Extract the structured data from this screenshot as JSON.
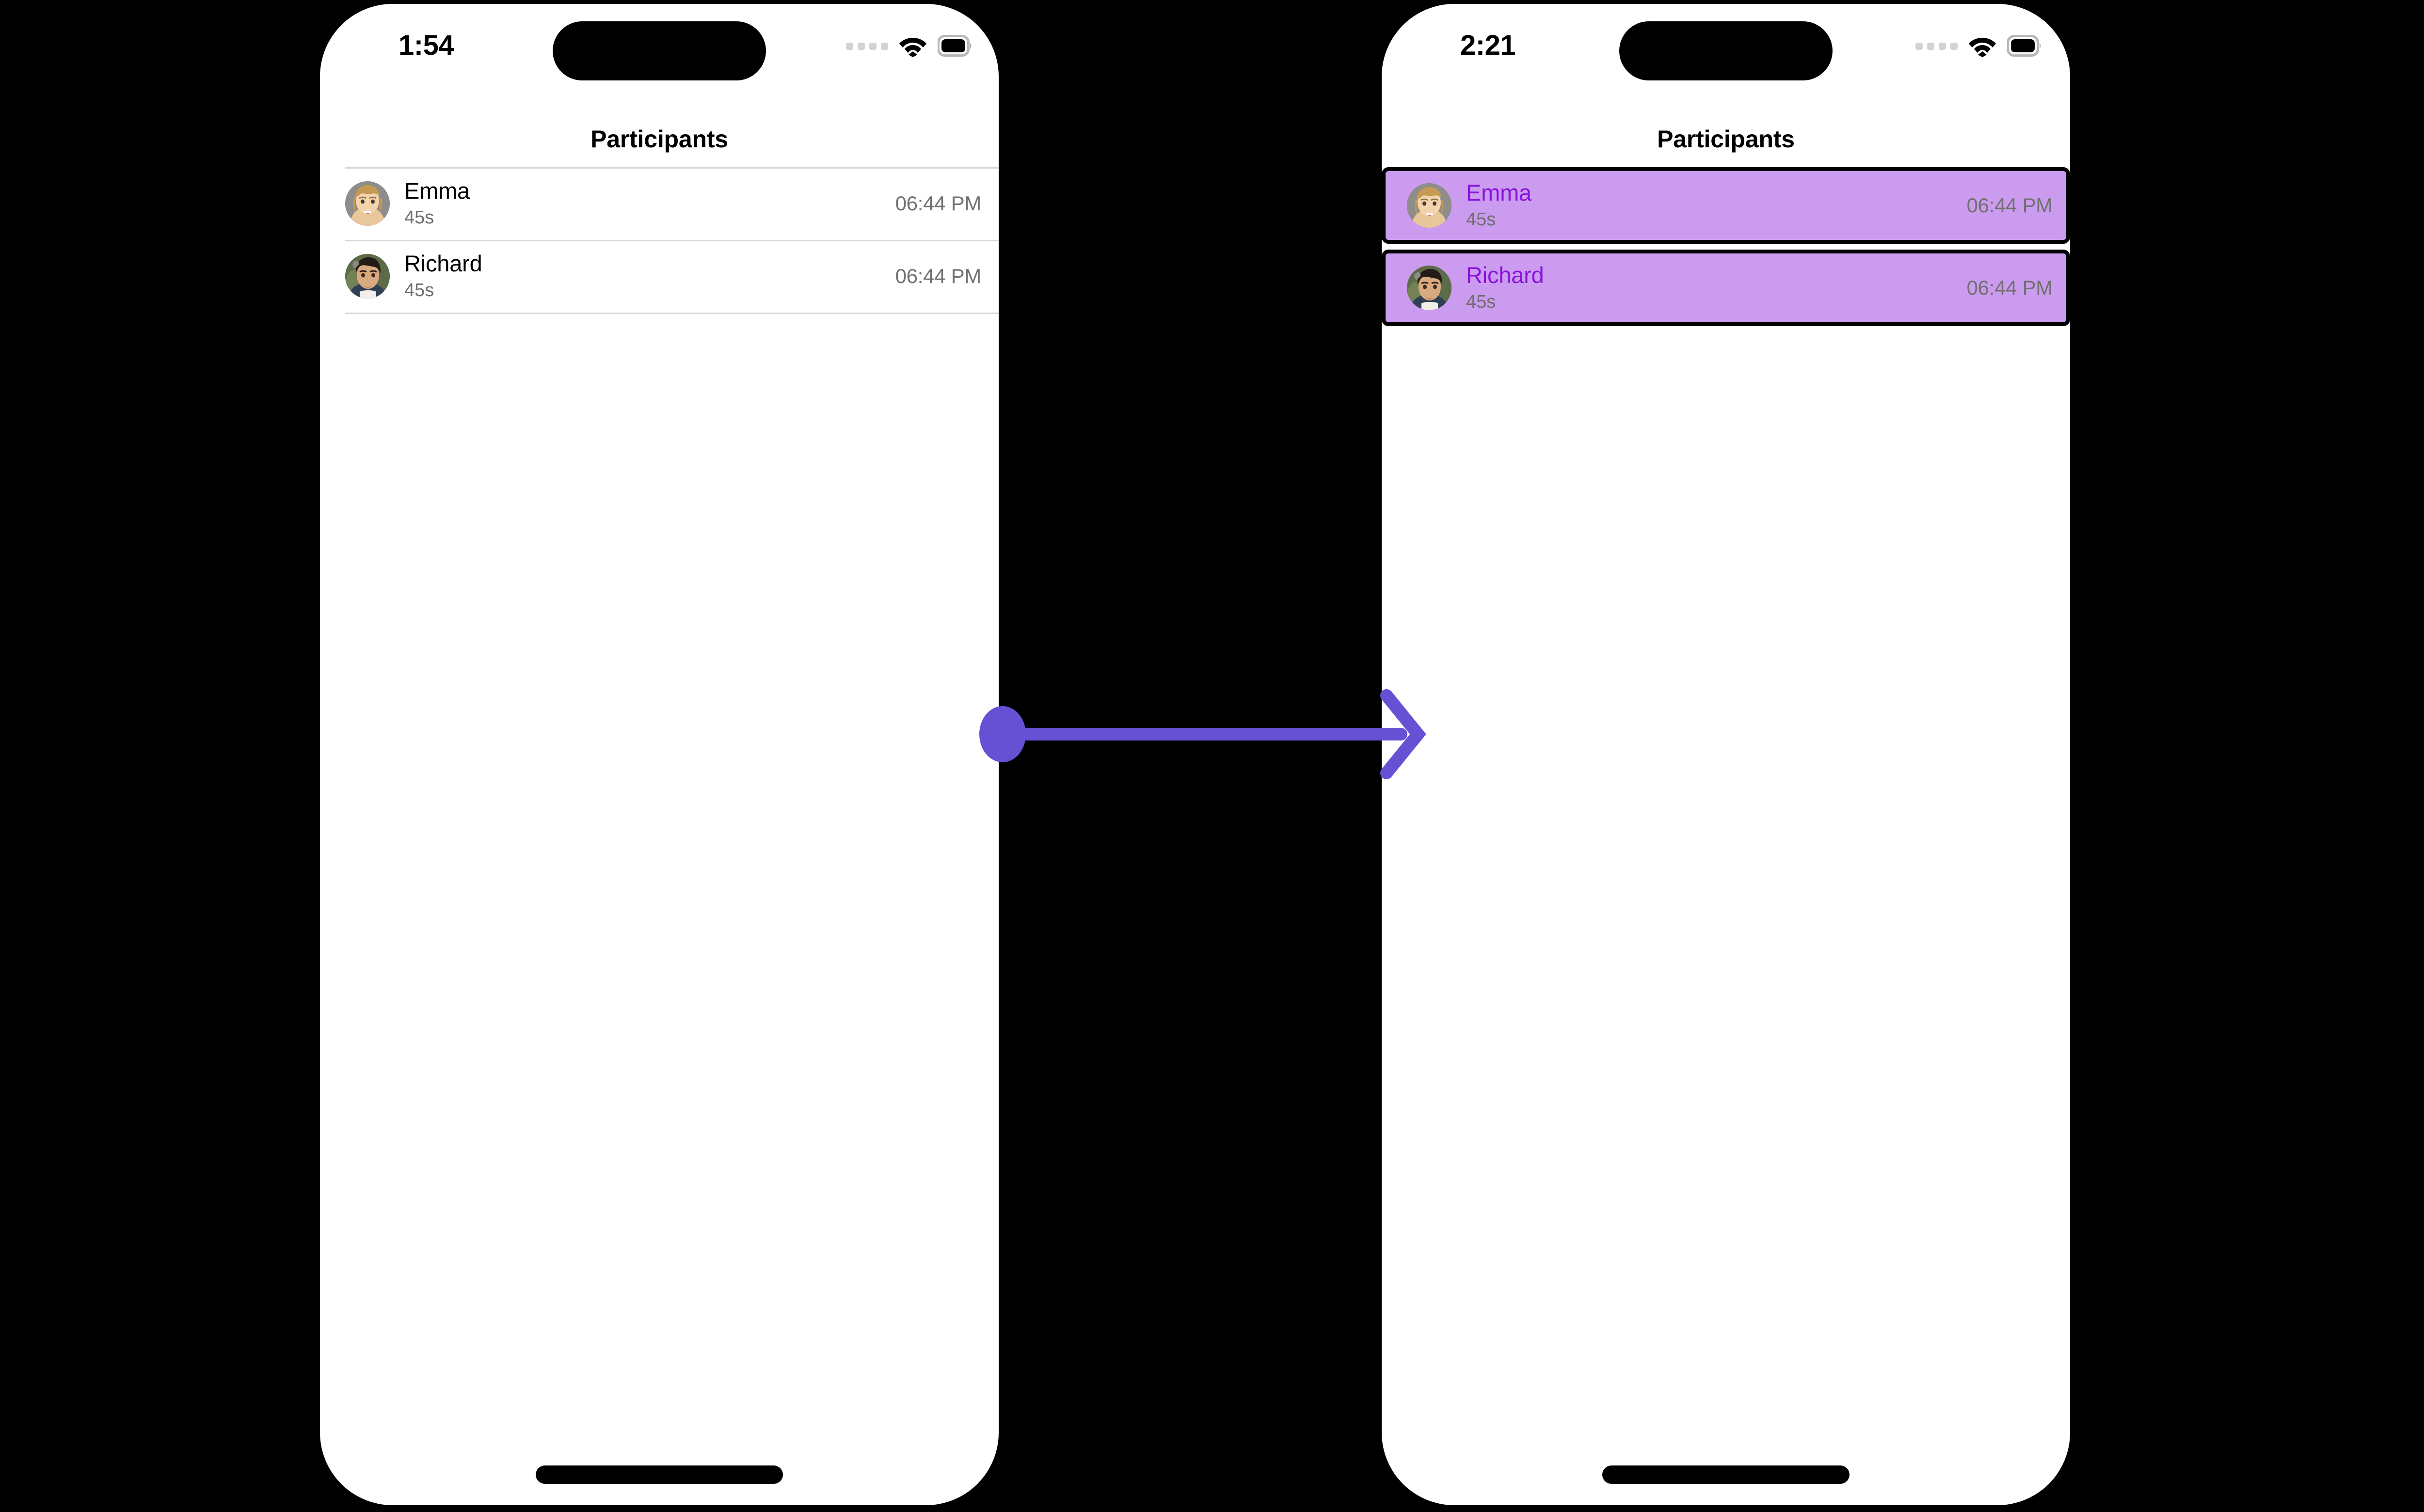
{
  "theme": {
    "page_background": "#000000",
    "screen_background": "#ffffff",
    "arrow_color": "#6650d4",
    "highlight_fill": "#cb9bef",
    "highlight_border": "#000000",
    "highlight_name_color": "#8a11dd",
    "secondary_text": "#6e6e6e",
    "timestamp_text": "#707070"
  },
  "phones": [
    {
      "id": "before",
      "status_bar": {
        "time": "1:54",
        "cellular_icon": "cellular-dots-icon",
        "wifi_icon": "wifi-icon",
        "battery_icon": "battery-icon"
      },
      "nav": {
        "title": "Participants"
      },
      "participants": [
        {
          "name": "Emma",
          "duration": "45s",
          "time": "06:44 PM",
          "avatar": "emma-avatar",
          "highlighted": false
        },
        {
          "name": "Richard",
          "duration": "45s",
          "time": "06:44 PM",
          "avatar": "richard-avatar",
          "highlighted": false
        }
      ]
    },
    {
      "id": "after",
      "status_bar": {
        "time": "2:21",
        "cellular_icon": "cellular-dots-icon",
        "wifi_icon": "wifi-icon",
        "battery_icon": "battery-icon"
      },
      "nav": {
        "title": "Participants"
      },
      "participants": [
        {
          "name": "Emma",
          "duration": "45s",
          "time": "06:44 PM",
          "avatar": "emma-avatar",
          "highlighted": true
        },
        {
          "name": "Richard",
          "duration": "45s",
          "time": "06:44 PM",
          "avatar": "richard-avatar",
          "highlighted": true
        }
      ]
    }
  ],
  "annotation": {
    "arrow": {
      "name": "transition-arrow",
      "start_marker": "filled-circle",
      "end_marker": "chevron-arrowhead",
      "direction": "left-to-right"
    }
  }
}
